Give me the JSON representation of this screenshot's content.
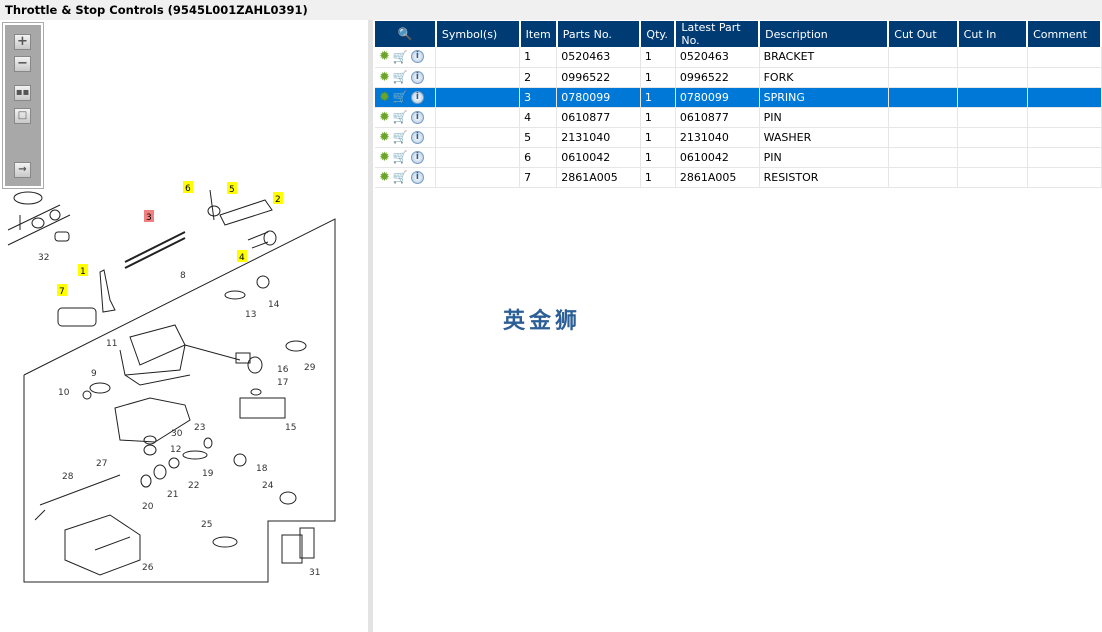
{
  "title": "Throttle & Stop Controls (9545L001ZAHL0391)",
  "toolbar": [
    "zoom-in",
    "zoom-out",
    "fit-all",
    "fit-window",
    "toggle-panel"
  ],
  "table": {
    "headers": [
      "Symbol(s)",
      "Item",
      "Parts No.",
      "Qty.",
      "Latest Part No.",
      "Description",
      "Cut Out",
      "Cut In",
      "Comment"
    ],
    "selected_item": "3",
    "rows": [
      {
        "item": "1",
        "parts_no": "0520463",
        "qty": "1",
        "latest": "0520463",
        "desc": "BRACKET"
      },
      {
        "item": "2",
        "parts_no": "0996522",
        "qty": "1",
        "latest": "0996522",
        "desc": "FORK"
      },
      {
        "item": "3",
        "parts_no": "0780099",
        "qty": "1",
        "latest": "0780099",
        "desc": "SPRING"
      },
      {
        "item": "4",
        "parts_no": "0610877",
        "qty": "1",
        "latest": "0610877",
        "desc": "PIN"
      },
      {
        "item": "5",
        "parts_no": "2131040",
        "qty": "1",
        "latest": "2131040",
        "desc": "WASHER"
      },
      {
        "item": "6",
        "parts_no": "0610042",
        "qty": "1",
        "latest": "0610042",
        "desc": "PIN"
      },
      {
        "item": "7",
        "parts_no": "2861A005",
        "qty": "1",
        "latest": "2861A005",
        "desc": "RESISTOR"
      }
    ]
  },
  "watermark": "英金狮",
  "callouts": {
    "highlighted": [
      "1",
      "2",
      "3",
      "4",
      "5",
      "6",
      "7"
    ],
    "other": [
      "8",
      "9",
      "10",
      "11",
      "12",
      "13",
      "14",
      "15",
      "16",
      "17",
      "18",
      "19",
      "20",
      "21",
      "22",
      "23",
      "24",
      "25",
      "26",
      "27",
      "28",
      "29",
      "30",
      "31",
      "32"
    ]
  },
  "colors": {
    "header": "#003b73",
    "selected": "#0078d7",
    "highlight": "#ffff00",
    "active": "#f08080"
  }
}
